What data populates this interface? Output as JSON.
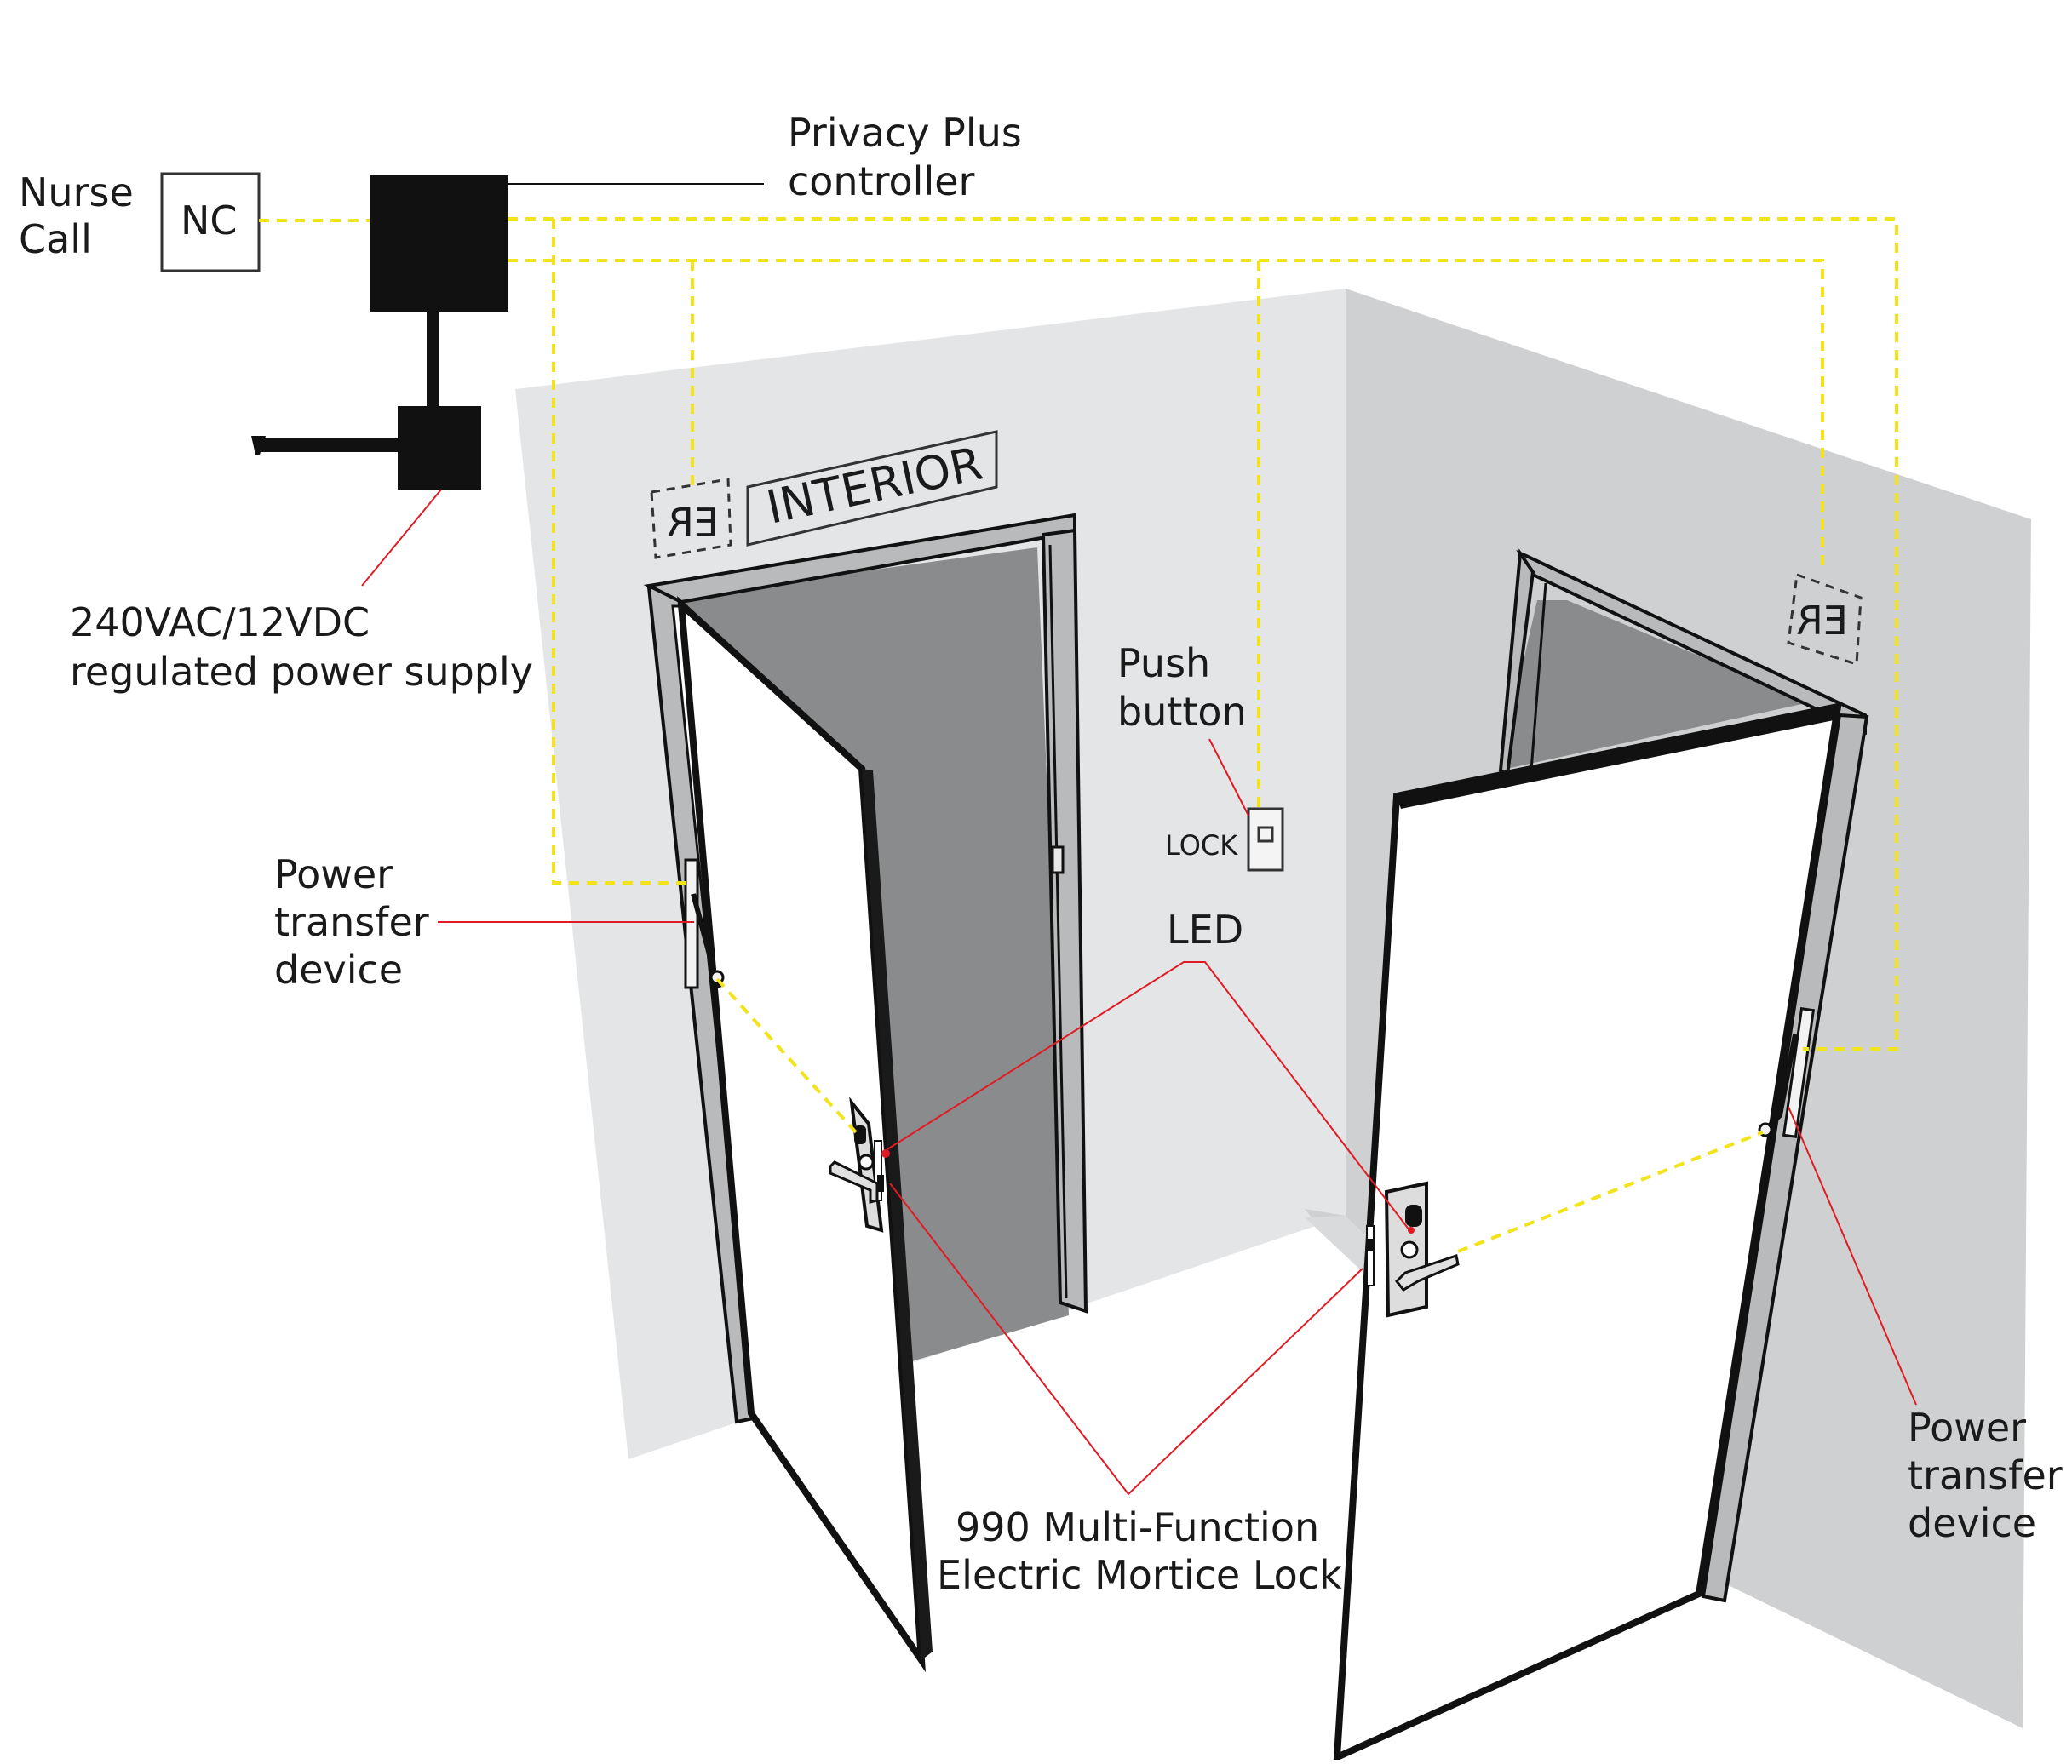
{
  "labels": {
    "nurse_call_line1": "Nurse",
    "nurse_call_line2": "Call",
    "nc_box": "NC",
    "controller_line1": "Privacy Plus",
    "controller_line2": "controller",
    "power_supply_line1": "240VAC/12VDC",
    "power_supply_line2": "regulated power supply",
    "interior_sign": "INTERIOR",
    "er_sign_left": "ER",
    "er_sign_right": "ER",
    "push_button_line1": "Push",
    "push_button_line2": "button",
    "lock_label": "LOCK",
    "led_label": "LED",
    "ptd_left_line1": "Power",
    "ptd_left_line2": "transfer",
    "ptd_left_line3": "device",
    "ptd_right_line1": "Power",
    "ptd_right_line2": "transfer",
    "ptd_right_line3": "device",
    "lock_model_line1": "990 Multi-Function",
    "lock_model_line2": "Electric Mortice Lock"
  },
  "colors": {
    "wiring": "#f2e31b",
    "leader_lines": "#e01b24",
    "wall_left": "#e4e5e6",
    "wall_right": "#cfd0d1",
    "door_opening": "#8a8b8c",
    "frame": "#b9babb",
    "device": "#111111"
  }
}
